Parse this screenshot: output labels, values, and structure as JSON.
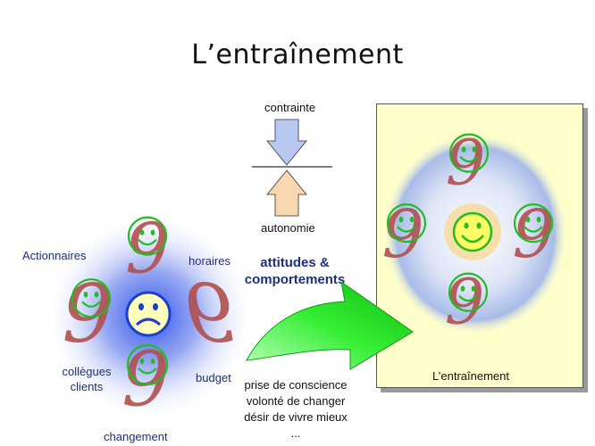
{
  "title": "L’entraînement",
  "center_arrows": {
    "top_label": "contrainte",
    "bottom_label": "autonomie",
    "result_label_lines": [
      "attitudes &",
      "comportements"
    ]
  },
  "left_cluster": {
    "labels": {
      "actionnaires": "Actionnaires",
      "horaires": "horaires",
      "collegues_lines": [
        "collègues",
        "clients"
      ],
      "budget": "budget",
      "changement": "changement"
    }
  },
  "right_panel": {
    "caption": "L’entraînement"
  },
  "bottom_text_lines": [
    "prise de conscience",
    "volonté de changer",
    "désir de vivre mieux",
    "..."
  ],
  "colors": {
    "text_dark_blue": "#1f2f7a",
    "glyph_red": "#b05050",
    "smiley_green": "#22bb22",
    "sad_face_blue": "#1e3fc8",
    "panel_yellow": "#ffffcc",
    "arrow_green": "#33ee33",
    "down_arrow_fill": "#b8c8f0",
    "up_arrow_fill": "#f8d8b0"
  }
}
